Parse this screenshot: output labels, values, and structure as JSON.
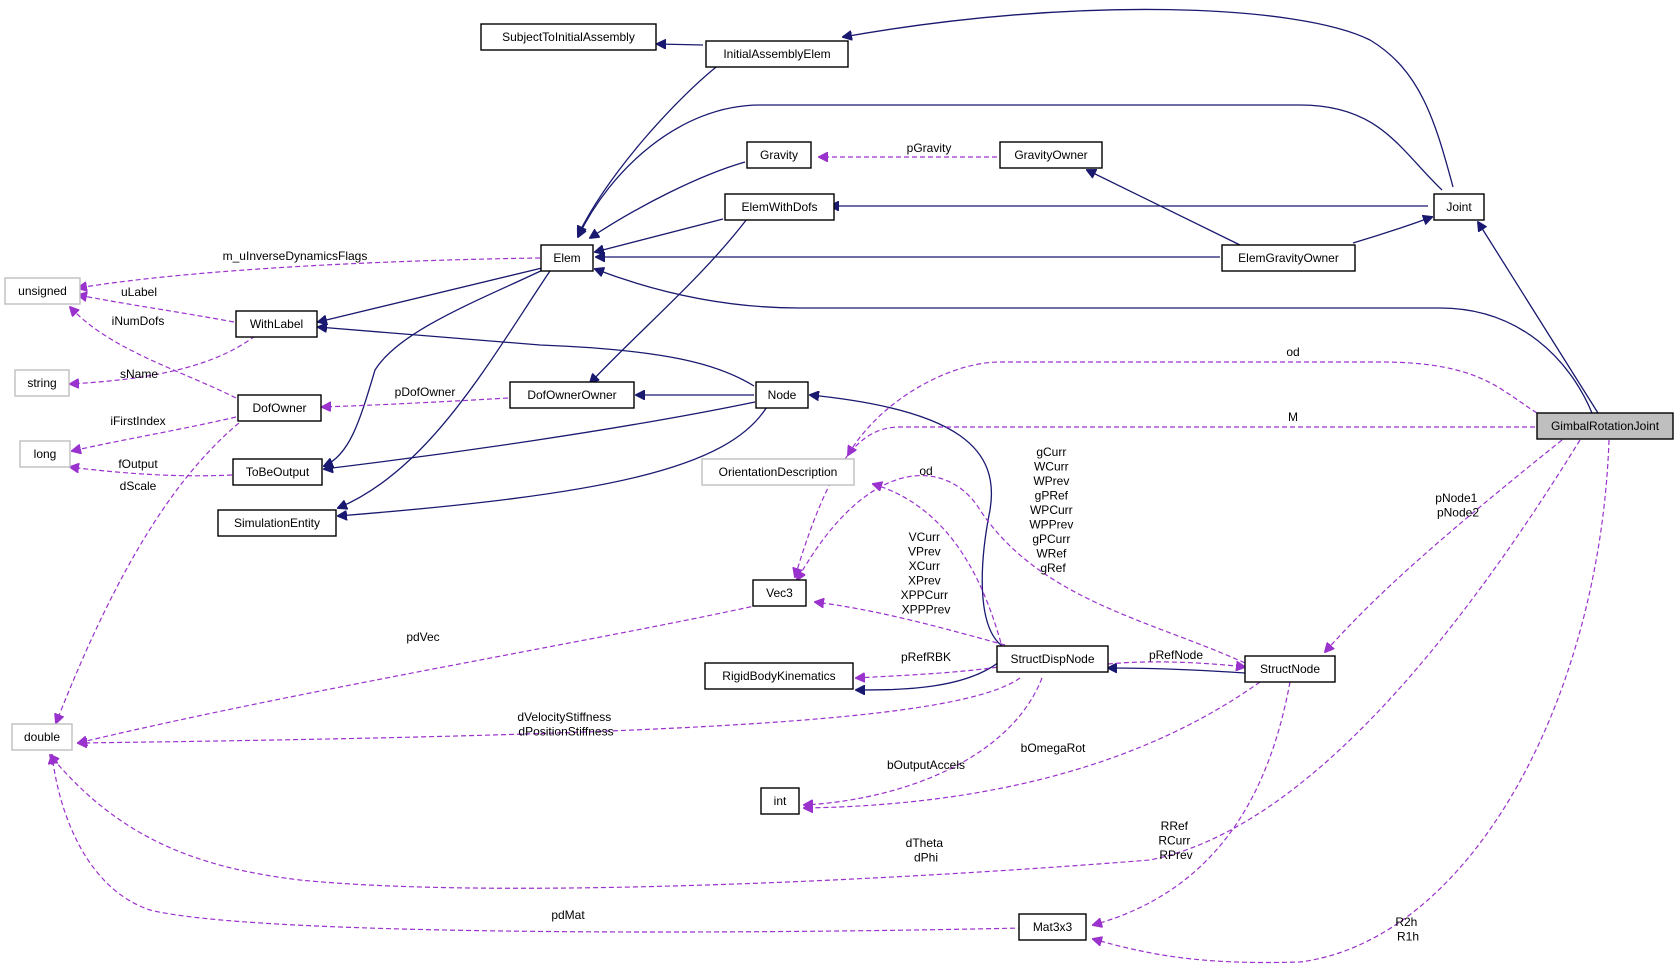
{
  "colors": {
    "inherit": "#191970",
    "member": "#9a32cd",
    "node_border": "#000000",
    "external_border": "#bfbfbf",
    "highlight_fill": "#bfbfbf"
  },
  "nodes": {
    "SubjectToInitialAssembly": "SubjectToInitialAssembly",
    "InitialAssemblyElem": "InitialAssemblyElem",
    "Gravity": "Gravity",
    "GravityOwner": "GravityOwner",
    "ElemWithDofs": "ElemWithDofs",
    "Joint": "Joint",
    "Elem": "Elem",
    "ElemGravityOwner": "ElemGravityOwner",
    "unsigned": "unsigned",
    "WithLabel": "WithLabel",
    "string": "string",
    "DofOwner": "DofOwner",
    "DofOwnerOwner": "DofOwnerOwner",
    "Node": "Node",
    "long": "long",
    "ToBeOutput": "ToBeOutput",
    "SimulationEntity": "SimulationEntity",
    "OrientationDescription": "OrientationDescription",
    "GimbalRotationJoint": "GimbalRotationJoint",
    "Vec3": "Vec3",
    "RigidBodyKinematics": "RigidBodyKinematics",
    "StructDispNode": "StructDispNode",
    "StructNode": "StructNode",
    "double": "double",
    "int": "int",
    "Mat3x3": "Mat3x3"
  },
  "labels": {
    "pGravity": "pGravity",
    "m_uInverseDynamicsFlags": "m_uInverseDynamicsFlags",
    "uLabel": "uLabel",
    "iNumDofs": "iNumDofs",
    "sName": "sName",
    "pDofOwner": "pDofOwner",
    "iFirstIndex": "iFirstIndex",
    "fOutput": "fOutput",
    "dScale": "dScale",
    "od_top": "od",
    "M": "M",
    "od_mid": "od",
    "gCurr": [
      "gCurr",
      "WCurr",
      "WPrev",
      "gPRef",
      "WPCurr",
      "WPPrev",
      "gPCurr",
      "WRef",
      "gRef"
    ],
    "pNode": [
      "pNode1",
      "pNode2"
    ],
    "VCurr": [
      "VCurr",
      "VPrev",
      "XCurr",
      "XPrev",
      "XPPCurr",
      "XPPPrev"
    ],
    "pdVec": "pdVec",
    "pRefRBK": "pRefRBK",
    "pRefNode": "pRefNode",
    "stiffness": [
      "dVelocityStiffness",
      "dPositionStiffness"
    ],
    "bOutputAccels": "bOutputAccels",
    "bOmegaRot": "bOmegaRot",
    "RRef": [
      "RRef",
      "RCurr",
      "RPrev"
    ],
    "dTheta": [
      "dTheta",
      "dPhi"
    ],
    "pdMat": "pdMat",
    "R2h": [
      "R2h",
      "R1h"
    ]
  }
}
